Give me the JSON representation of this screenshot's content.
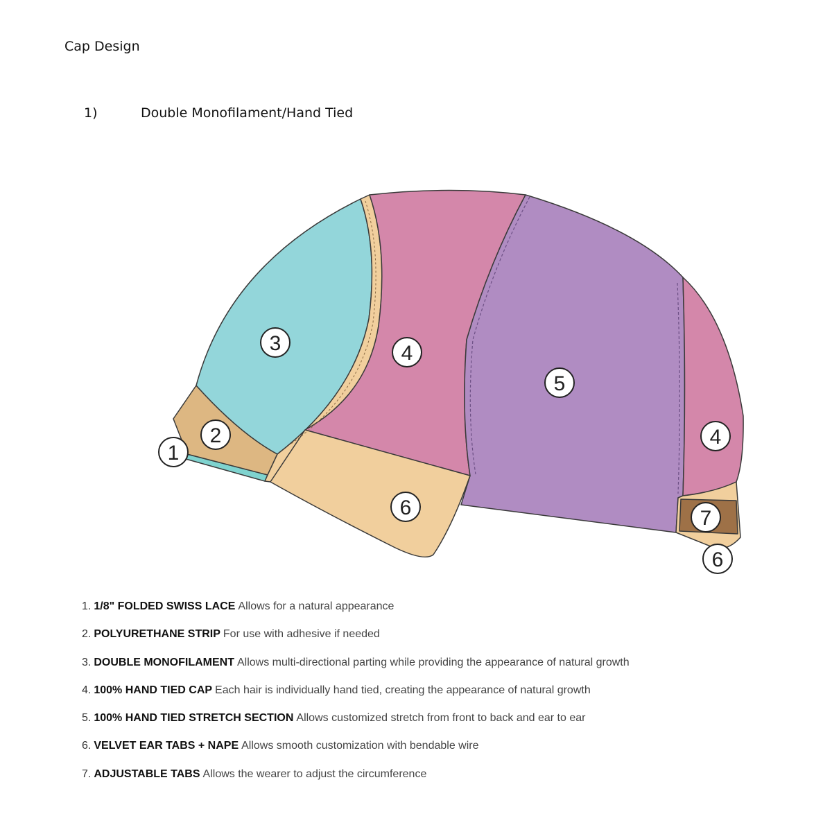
{
  "header": {
    "title": "Cap Design",
    "section_number": "1)",
    "section_title": "Double Monofilament/Hand Tied"
  },
  "diagram": {
    "colors": {
      "outline": "#3a3a3a",
      "lace": "#7fd3cf",
      "polyurethane": "#ddb782",
      "monofilament": "#93d6da",
      "hand_tied": "#d487aa",
      "stretch": "#b08cc2",
      "velvet": "#f1cf9d",
      "tab": "#9e7147"
    },
    "callouts": [
      {
        "label": "1"
      },
      {
        "label": "2"
      },
      {
        "label": "3"
      },
      {
        "label": "4"
      },
      {
        "label": "5"
      },
      {
        "label": "4"
      },
      {
        "label": "6"
      },
      {
        "label": "7"
      },
      {
        "label": "6"
      }
    ]
  },
  "legend": [
    {
      "number": "1.",
      "term": "1/8\" FOLDED SWISS LACE",
      "description": "Allows for a natural appearance"
    },
    {
      "number": "2.",
      "term": "POLYURETHANE STRIP",
      "description": "For use with adhesive if needed"
    },
    {
      "number": "3.",
      "term": "DOUBLE MONOFILAMENT",
      "description": "Allows multi-directional parting while providing the appearance of natural growth"
    },
    {
      "number": "4.",
      "term": "100% HAND TIED CAP",
      "description": "Each hair is individually hand tied, creating the appearance of natural growth"
    },
    {
      "number": "5.",
      "term": "100% HAND TIED STRETCH SECTION",
      "description": "Allows customized stretch from front to back and ear to ear"
    },
    {
      "number": "6.",
      "term": "VELVET EAR TABS + NAPE",
      "description": "Allows smooth customization with bendable wire"
    },
    {
      "number": "7.",
      "term": "ADJUSTABLE TABS",
      "description": "Allows the wearer to adjust the circumference"
    }
  ]
}
